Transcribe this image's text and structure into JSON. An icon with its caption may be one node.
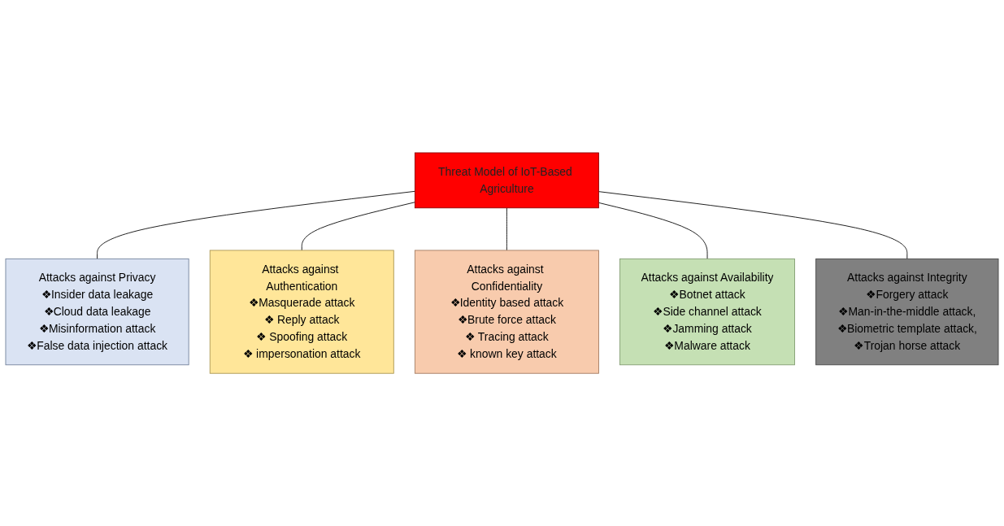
{
  "diagram": {
    "nodes": [
      {
        "text": [
          "Threat Model of IoT-Based Agriculture"
        ]
      },
      {
        "text": [
          "Attacks against Privacy",
          "❖Insider data leakage",
          "❖Cloud data leakage",
          "❖Misinformation attack",
          "❖False data injection attack"
        ]
      },
      {
        "text": [
          "Attacks against Confidentiality",
          "❖Identity based attack",
          "❖Brute force attack",
          "❖ Tracing attack",
          "❖ known key attack"
        ]
      },
      {
        "text": [
          "Attacks against Availability",
          "❖Botnet attack",
          "❖Side channel attack",
          "❖Jamming attack",
          "❖Malware attack"
        ]
      },
      {
        "text": [
          "Attacks against Authentication",
          "❖Masquerade attack",
          "❖ Reply attack",
          "❖ Spoofing attack",
          "❖ impersonation attack"
        ]
      },
      {
        "text": [
          "Attacks against Integrity",
          "❖Forgery attack",
          "❖Man-in-the-middle attack,",
          "❖Biometric template attack,",
          "❖Trojan horse attack"
        ]
      }
    ],
    "edges": [
      {
        "from": 0,
        "to": 1,
        "arrow": "none"
      },
      {
        "from": 0,
        "to": 4,
        "arrow": "none"
      },
      {
        "from": 0,
        "to": 2,
        "arrow": "none"
      },
      {
        "from": 0,
        "to": 3,
        "arrow": "none"
      },
      {
        "from": 0,
        "to": 5,
        "arrow": "none"
      }
    ]
  }
}
